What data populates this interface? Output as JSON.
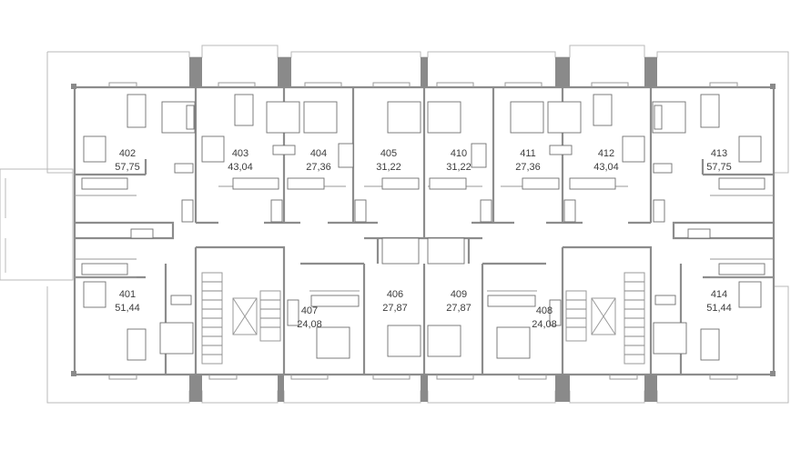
{
  "plan": {
    "units": [
      {
        "number": "402",
        "area": "57,75"
      },
      {
        "number": "403",
        "area": "43,04"
      },
      {
        "number": "404",
        "area": "27,36"
      },
      {
        "number": "405",
        "area": "31,22"
      },
      {
        "number": "410",
        "area": "31,22"
      },
      {
        "number": "411",
        "area": "27,36"
      },
      {
        "number": "412",
        "area": "43,04"
      },
      {
        "number": "413",
        "area": "57,75"
      },
      {
        "number": "401",
        "area": "51,44"
      },
      {
        "number": "407",
        "area": "24,08"
      },
      {
        "number": "406",
        "area": "27,87"
      },
      {
        "number": "409",
        "area": "27,87"
      },
      {
        "number": "408",
        "area": "24,08"
      },
      {
        "number": "414",
        "area": "51,44"
      }
    ]
  }
}
